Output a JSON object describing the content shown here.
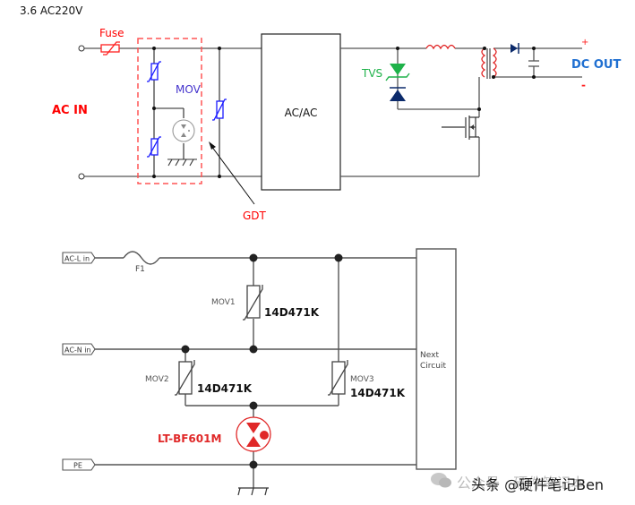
{
  "section_heading": "3.6   AC220V",
  "top_schematic": {
    "fuse_label": "Fuse",
    "ac_in_label": "AC   IN",
    "mov_label": "MOV",
    "gdt_label": "GDT",
    "converter_label": "AC/AC",
    "tvs_label": "TVS",
    "dc_out_label": "DC   OUT",
    "plus_sign": "+",
    "minus_sign": "-"
  },
  "bottom_schematic": {
    "port_ac_l": "AC-L in",
    "port_ac_n": "AC-N in",
    "port_pe": "PE",
    "fuse_ref": "F1",
    "mov1_ref": "MOV1",
    "mov1_value": "14D471K",
    "mov2_ref": "MOV2",
    "mov2_value": "14D471K",
    "mov3_ref": "MOV3",
    "mov3_value": "14D471K",
    "gdt_part": "LT-BF601M",
    "next_circuit_line1": "Next",
    "next_circuit_line2": "Circuit"
  },
  "watermark": {
    "ghost_text": "公众号 · 硬件笔记本",
    "front_text": "头条 @硬件笔记Ben"
  },
  "colors": {
    "red_label": "#ff0000",
    "blue_component": "#1a1aff",
    "tvs_green": "#1fb24a",
    "tvs_navy": "#0b2a6b",
    "dc_out_blue": "#1f6fd1",
    "inductor_red": "#e02020",
    "gdt_red": "#e02828",
    "wire": "#444444"
  }
}
